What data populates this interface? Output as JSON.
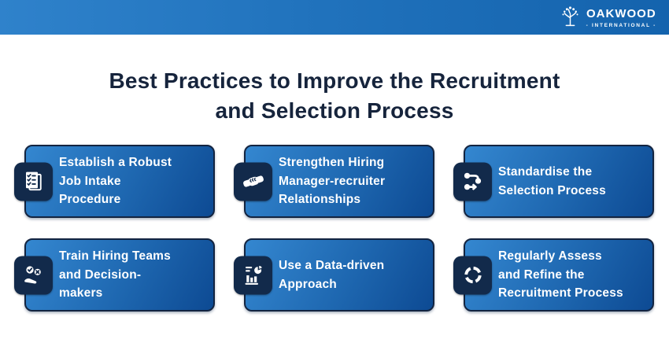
{
  "header": {
    "logo": {
      "name": "OAKWOOD",
      "tagline": "- INTERNATIONAL -",
      "icon": "tree-icon"
    },
    "bg_gradient": [
      "#2F82CB",
      "#1463AD"
    ]
  },
  "title": {
    "text": "Best Practices to Improve the Recruitment and Selection Process",
    "lines": [
      "Best Practices to Improve the Recruitment",
      "and Selection Process"
    ],
    "color": "#16243C"
  },
  "cards": [
    {
      "label": "Establish a Robust Job Intake Procedure",
      "lines": [
        "Establish a Robust",
        "Job Intake",
        "Procedure"
      ],
      "icon": "checklist-document-icon"
    },
    {
      "label": "Strengthen Hiring Manager-recruiter Relationships",
      "lines": [
        "Strengthen Hiring",
        "Manager-recruiter",
        "Relationships"
      ],
      "icon": "handshake-icon"
    },
    {
      "label": "Standardise the Selection Process",
      "lines": [
        "Standardise the",
        "Selection Process"
      ],
      "icon": "workflow-icon"
    },
    {
      "label": "Train Hiring Teams and Decision-makers",
      "lines": [
        "Train Hiring Teams",
        "and Decision-",
        "makers"
      ],
      "icon": "hand-approval-icon"
    },
    {
      "label": "Use a Data-driven Approach",
      "lines": [
        "Use a Data-driven",
        "Approach"
      ],
      "icon": "data-chart-icon"
    },
    {
      "label": "Regularly Assess and Refine the Recruitment Process",
      "lines": [
        "Regularly Assess",
        "and Refine the",
        "Recruitment Process"
      ],
      "icon": "cycle-arrows-icon"
    }
  ],
  "colors": {
    "card_gradient_start": "#3487D0",
    "card_gradient_end": "#0D4A93",
    "card_border": "#132440",
    "icon_tile": "#122A4B",
    "title_text": "#16243C",
    "card_text": "#FFFFFF"
  }
}
